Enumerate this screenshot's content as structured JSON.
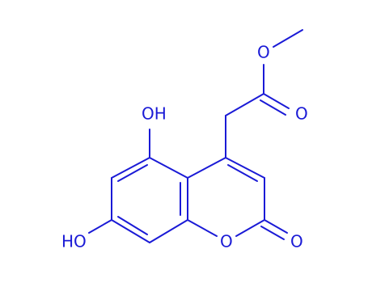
{
  "colors": {
    "stroke": "#1a1ad6",
    "text": "#1a1ad6",
    "background": "#ffffff"
  },
  "atoms": {
    "oh_top": "OH",
    "oh_bottom_left": "HO",
    "ring_oxygen": "O",
    "carbonyl_oxygen_ring": "O",
    "ester_oxygen": "O",
    "carbonyl_oxygen_ester": "O"
  }
}
